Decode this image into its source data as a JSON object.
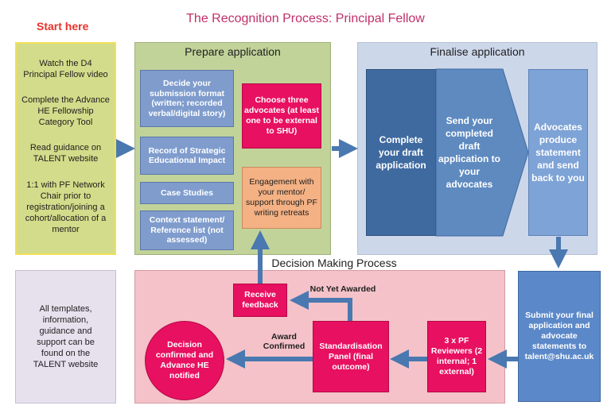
{
  "title": "The Recognition Process: Principal Fellow",
  "start_label": "Start here",
  "start_steps": [
    "Watch the D4 Principal Fellow video",
    "Complete the Advance HE Fellowship Category Tool",
    "Read guidance on TALENT website",
    "1:1 with PF Network Chair prior to registration/joining a cohort/allocation of a mentor"
  ],
  "prepare": {
    "heading": "Prepare application",
    "items": [
      "Decide your submission format (written; recorded verbal/digital story)",
      "Record of Strategic Educational Impact",
      "Case Studies",
      "Context statement/ Reference list (not assessed)"
    ],
    "advocates": "Choose three advocates (at least one to be external to SHU)",
    "engagement": "Engagement with your mentor/ support through PF writing retreats"
  },
  "finalise": {
    "heading": "Finalise application",
    "complete": "Complete your draft application",
    "send": "Send your completed draft application to your advocates",
    "advocates_produce": "Advocates produce statement and send back to you"
  },
  "decision": {
    "heading": "Decision Making Process",
    "submit": "Submit your final application and advocate statements to talent@shu.ac.uk",
    "reviewers": "3 x PF Reviewers (2 internal; 1 external)",
    "panel": "Standardisation Panel (final outcome)",
    "confirmed": "Decision confirmed and Advance HE notified",
    "feedback": "Receive feedback",
    "not_awarded_label": "Not Yet Awarded",
    "award_label": "Award Confirmed"
  },
  "info_text": "All templates, information, guidance and support can be found on the TALENT website",
  "colors": {
    "title": "#c0306a",
    "start": "#e8332a",
    "arrow": "#4a78b0",
    "pink": "#e81060"
  }
}
